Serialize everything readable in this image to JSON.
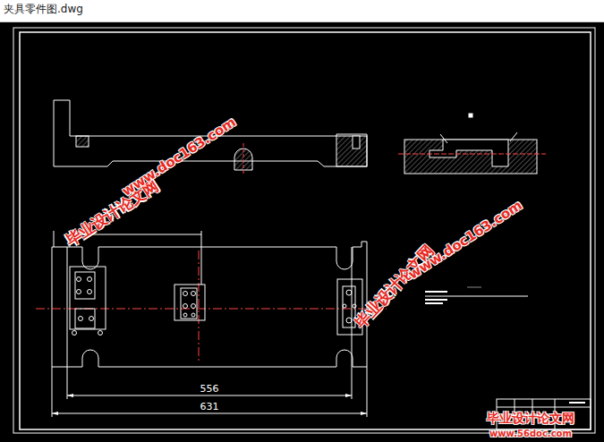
{
  "diagram": {
    "title": "夹具零件图.dwg",
    "labels": [
      "556",
      "631",
      "毕业设计论文网",
      "www.doc163.com",
      "毕业设计论文网",
      "www.doc163.com",
      "毕业设计论文网",
      "www.56doc.com"
    ]
  }
}
